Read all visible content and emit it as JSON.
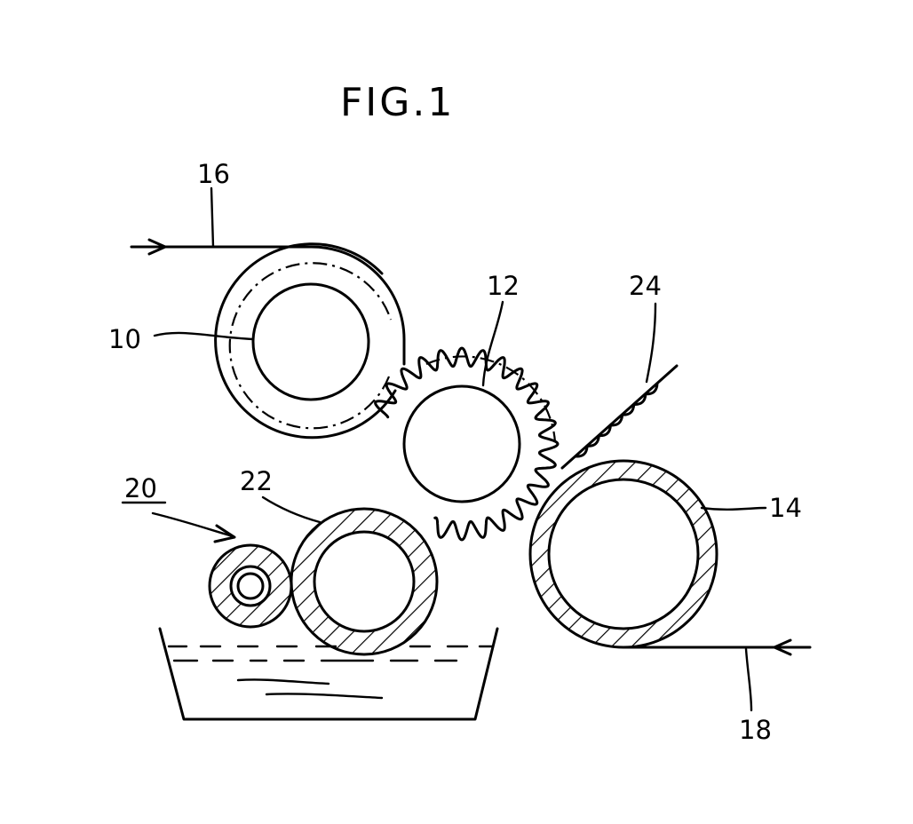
{
  "figure": {
    "title": "FIG.1",
    "labels": {
      "ref_10": "10",
      "ref_12": "12",
      "ref_14": "14",
      "ref_16": "16",
      "ref_18": "18",
      "ref_20": "20",
      "ref_22": "22",
      "ref_24": "24"
    }
  },
  "colors": {
    "ink": "#000000",
    "background": "#ffffff"
  }
}
